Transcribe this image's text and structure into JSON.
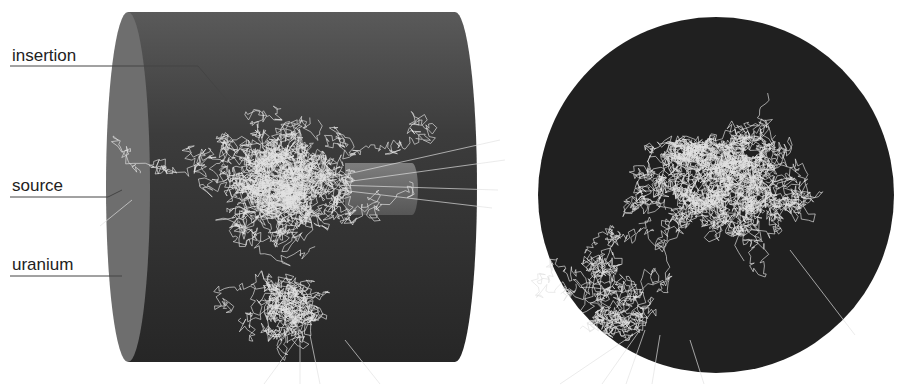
{
  "diagram": {
    "labels": [
      "insertion",
      "source",
      "uranium"
    ]
  }
}
